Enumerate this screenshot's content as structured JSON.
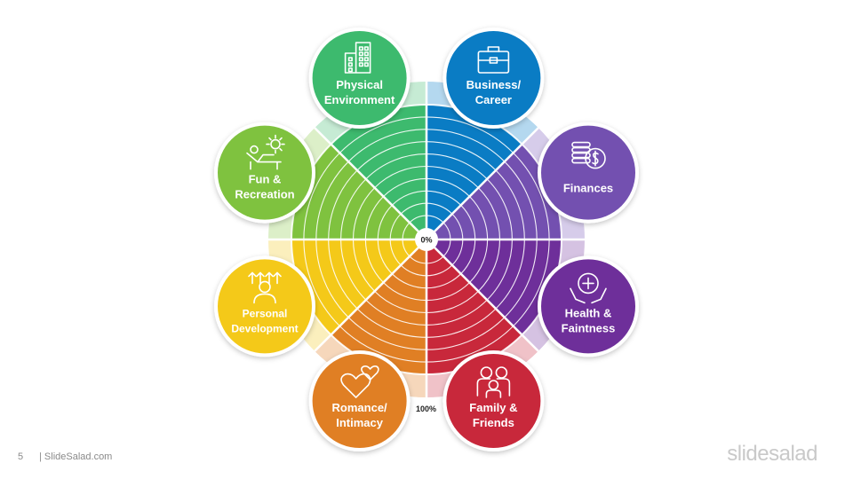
{
  "center_label": "0%",
  "outer_label": "100%",
  "footer": {
    "page_number": "5",
    "site": "| SlideSalad.com"
  },
  "logo": "slidesalad",
  "segments": [
    {
      "id": "physical-environment",
      "lines": [
        "Physical",
        "Environment"
      ],
      "color": "#3dba6e",
      "light": "#c6ebd4",
      "icon": "building-icon"
    },
    {
      "id": "business-career",
      "lines": [
        "Business/",
        "Career"
      ],
      "color": "#0a7cc4",
      "light": "#b4d8ef",
      "icon": "briefcase-icon"
    },
    {
      "id": "finances",
      "lines": [
        "Finances"
      ],
      "color": "#7350b0",
      "light": "#d6ccea",
      "icon": "coins-icon"
    },
    {
      "id": "health-faintness",
      "lines": [
        "Health &",
        "Faintness"
      ],
      "color": "#6e2f9a",
      "light": "#d5c2e2",
      "icon": "care-hands-icon"
    },
    {
      "id": "family-friends",
      "lines": [
        "Family &",
        "Friends"
      ],
      "color": "#c8283b",
      "light": "#f0c2c8",
      "icon": "family-icon"
    },
    {
      "id": "romance-intimacy",
      "lines": [
        "Romance/",
        "Intimacy"
      ],
      "color": "#e07f24",
      "light": "#f6d7bb",
      "icon": "hearts-icon"
    },
    {
      "id": "personal-development",
      "lines": [
        "Personal",
        "Development"
      ],
      "color": "#f4c919",
      "light": "#fbefbd",
      "icon": "growth-person-icon"
    },
    {
      "id": "fun-recreation",
      "lines": [
        "Fun &",
        "Recreation"
      ],
      "color": "#7fc23f",
      "light": "#dcefc8",
      "icon": "sunbed-icon"
    }
  ]
}
